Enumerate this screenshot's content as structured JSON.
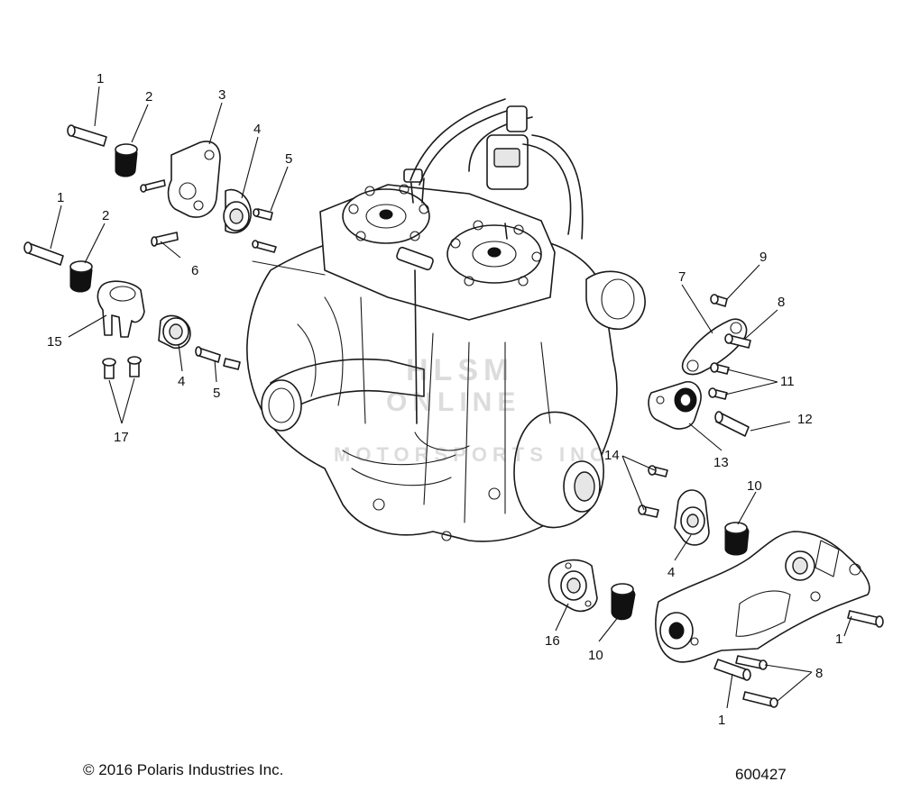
{
  "copyright": "© 2016 Polaris Industries Inc.",
  "figure_number": "600427",
  "watermark": [
    "HLSM",
    "ONLINE",
    "MOTORSPORTS INC"
  ],
  "callouts": [
    {
      "label": "1"
    },
    {
      "label": "2"
    },
    {
      "label": "3"
    },
    {
      "label": "4"
    },
    {
      "label": "5"
    },
    {
      "label": "1"
    },
    {
      "label": "2"
    },
    {
      "label": "6"
    },
    {
      "label": "15"
    },
    {
      "label": "4"
    },
    {
      "label": "5"
    },
    {
      "label": "17"
    },
    {
      "label": "7"
    },
    {
      "label": "9"
    },
    {
      "label": "8"
    },
    {
      "label": "11"
    },
    {
      "label": "12"
    },
    {
      "label": "13"
    },
    {
      "label": "14"
    },
    {
      "label": "10"
    },
    {
      "label": "4"
    },
    {
      "label": "16"
    },
    {
      "label": "10"
    },
    {
      "label": "1"
    },
    {
      "label": "8"
    },
    {
      "label": "1"
    }
  ]
}
